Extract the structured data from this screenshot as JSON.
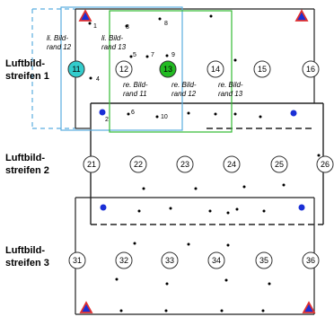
{
  "strips": [
    {
      "line1": "Luftbild-",
      "line2": "streifen 1"
    },
    {
      "line1": "Luftbild-",
      "line2": "streifen 2"
    },
    {
      "line1": "Luftbild-",
      "line2": "streifen 3"
    }
  ],
  "image_edges": {
    "left_12": {
      "line1": "li. Bild-",
      "line2": "rand 12"
    },
    "left_13": {
      "line1": "li. Bild-",
      "line2": "rand 13"
    },
    "right_11": {
      "line1": "re. Bild-",
      "line2": "rand 11"
    },
    "right_12": {
      "line1": "re. Bild-",
      "line2": "rand 12"
    },
    "right_13": {
      "line1": "re. Bild-",
      "line2": "rand 13"
    }
  },
  "photo_centers": [
    "11",
    "12",
    "13",
    "14",
    "15",
    "16",
    "21",
    "22",
    "23",
    "24",
    "25",
    "26",
    "31",
    "32",
    "33",
    "34",
    "35",
    "36"
  ],
  "tie_points": [
    "1",
    "2",
    "3",
    "4",
    "5",
    "6",
    "7",
    "8",
    "9",
    "10"
  ],
  "colors": {
    "frame_blue": "#5aaee0",
    "frame_green": "#33bb33",
    "center_11_fill": "#33cccc",
    "center_13_fill": "#22bb22",
    "control_point_fill": "#1a2fd6",
    "triangle_fill": "#1a2fd6",
    "triangle_stroke": "#e03030"
  },
  "legend_icons": {
    "triangle": "ground-control-triangle-icon",
    "blue_dot": "control-point-icon"
  }
}
